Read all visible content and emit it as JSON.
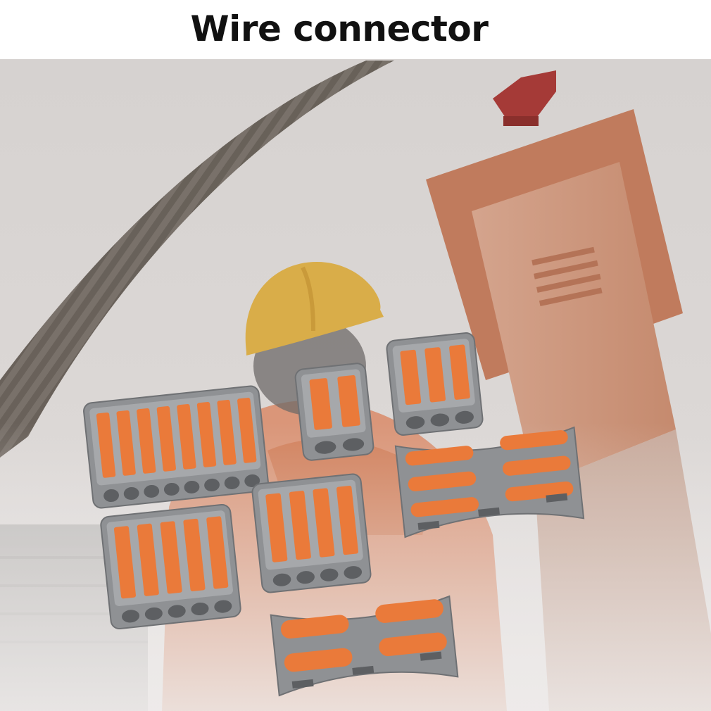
{
  "header": {
    "title": "Wire connector"
  },
  "colors": {
    "header_background": "#ffffff",
    "title_text": "#111111",
    "sky_haze": "#dcd8d6",
    "connector_body": "#8f9194",
    "lever_orange": "#ea7a3a",
    "hard_hat": "#d9ad49",
    "coverall": "#d88560",
    "cabinet": "#c98a6c"
  },
  "scene": {
    "description_icons": [
      "rope",
      "hard-hat",
      "worker",
      "electrical-cabinet",
      "building",
      "wire-connector"
    ],
    "connectors": [
      {
        "id": "connector-8-way",
        "levers": 8,
        "style": "compact"
      },
      {
        "id": "connector-2-way",
        "levers": 2,
        "style": "compact"
      },
      {
        "id": "connector-3-way",
        "levers": 3,
        "style": "compact"
      },
      {
        "id": "connector-5-way",
        "levers": 5,
        "style": "compact"
      },
      {
        "id": "connector-4-way",
        "levers": 4,
        "style": "compact"
      },
      {
        "id": "splicing-connector-3-pairs",
        "levers": 3,
        "style": "splice"
      },
      {
        "id": "splicing-connector-2-pairs",
        "levers": 2,
        "style": "splice"
      }
    ]
  }
}
